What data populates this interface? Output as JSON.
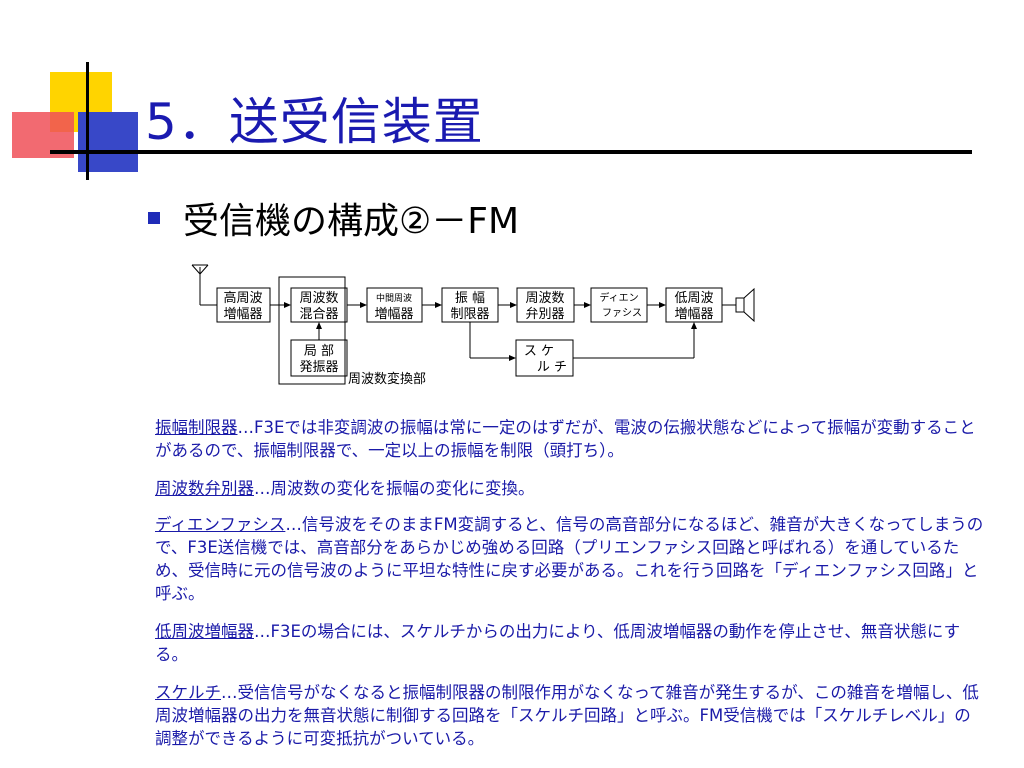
{
  "slide": {
    "title": "5．送受信装置",
    "subtitle": "受信機の構成②－FM"
  },
  "diagram": {
    "blocks": [
      {
        "line1": "高周波",
        "line2": "増幅器"
      },
      {
        "line1": "周波数",
        "line2": "混合器"
      },
      {
        "line1": "中間周波",
        "line2": "増幅器"
      },
      {
        "line1": "振 幅",
        "line2": "制限器"
      },
      {
        "line1": "周波数",
        "line2": "弁別器"
      },
      {
        "line1": "ディエン",
        "line2": "ファシス"
      },
      {
        "line1": "低周波",
        "line2": "増幅器"
      }
    ],
    "oscillator": {
      "line1": "局 部",
      "line2": "発振器"
    },
    "squelch": {
      "line1": "ス ケ",
      "line2": "ル チ"
    },
    "converter_label": "周波数変換部"
  },
  "paragraphs": [
    {
      "term": "振幅制限器",
      "text": "…F3Eでは非変調波の振幅は常に一定のはずだが、電波の伝搬状態などによって振幅が変動することがあるので、振幅制限器で、一定以上の振幅を制限（頭打ち）。"
    },
    {
      "term": "周波数弁別器",
      "text": "…周波数の変化を振幅の変化に変換。"
    },
    {
      "term": "ディエンファシス",
      "text": "…信号波をそのままFM変調すると、信号の高音部分になるほど、雑音が大きくなってしまうので、F3E送信機では、高音部分をあらかじめ強める回路（プリエンファシス回路と呼ばれる）を通しているため、受信時に元の信号波のように平坦な特性に戻す必要がある。これを行う回路を「ディエンファシス回路」と呼ぶ。"
    },
    {
      "term": "低周波増幅器",
      "text": "…F3Eの場合には、スケルチからの出力により、低周波増幅器の動作を停止させ、無音状態にする。"
    },
    {
      "term": "スケルチ",
      "text": "…受信信号がなくなると振幅制限器の制限作用がなくなって雑音が発生するが、この雑音を増幅し、低周波増幅器の出力を無音状態に制御する回路を「スケルチ回路」と呼ぶ。FM受信機では「スケルチレベル」の調整ができるように可変抵抗がついている。"
    }
  ],
  "colors": {
    "title": "#1a1ab0",
    "body_text": "#1a1aa8",
    "deco_yellow": "#ffd400",
    "deco_red": "#f05058",
    "deco_blue": "#3848c8"
  }
}
